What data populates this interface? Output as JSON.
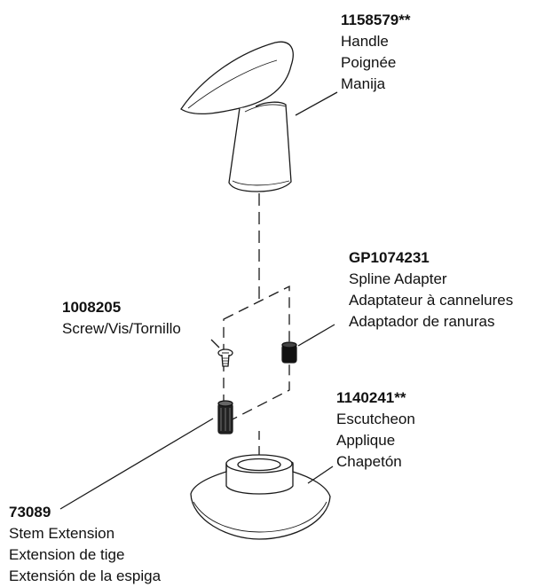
{
  "parts": {
    "handle": {
      "part_number": "1158579**",
      "names": [
        "Handle",
        "Poignée",
        "Manija"
      ]
    },
    "spline_adapter": {
      "part_number": "GP1074231",
      "names": [
        "Spline Adapter",
        "Adaptateur à cannelures",
        "Adaptador de ranuras"
      ]
    },
    "screw": {
      "part_number": "1008205",
      "names": [
        "Screw/Vis/Tornillo"
      ]
    },
    "escutcheon": {
      "part_number": "1140241**",
      "names": [
        "Escutcheon",
        "Applique",
        "Chapetón"
      ]
    },
    "stem_extension": {
      "part_number": "73089",
      "names": [
        "Stem Extension",
        "Extension de tige",
        "Extensión de la espiga"
      ]
    }
  }
}
